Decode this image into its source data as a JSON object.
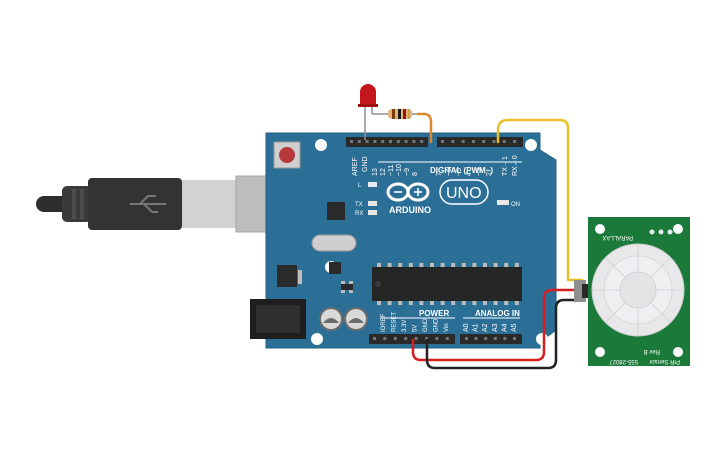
{
  "board": {
    "aref": "AREF",
    "gnd": "GND",
    "digital_pins": [
      "13",
      "12",
      "~11",
      "~10",
      "~9",
      "8",
      "7",
      "~6",
      "~5",
      "4",
      "~3",
      "2",
      "TX→1",
      "RX←0"
    ],
    "digital_label": "DIGITAL (PWM~)",
    "brand": "ARDUINO",
    "model": "UNO",
    "led_l": "L",
    "led_tx": "TX",
    "led_rx": "RX",
    "on_label": "ON",
    "power_label": "POWER",
    "analog_label": "ANALOG IN",
    "power_pins": [
      "IOREF",
      "RESET",
      "3.3V",
      "5V",
      "GND",
      "GND",
      "Vin"
    ],
    "analog_pins": [
      "A0",
      "A1",
      "A2",
      "A3",
      "A4",
      "A5"
    ]
  },
  "pir": {
    "brand": "PARALLAX",
    "name": "PIR Sensor",
    "rev": "Rev B",
    "part": "555-28027"
  },
  "colors": {
    "board": "#2b6f97",
    "pcb_sensor": "#1b7a3a",
    "header": "#2a2a2a",
    "wire_yellow": "#e8c128",
    "wire_red": "#d42020",
    "wire_black": "#222222",
    "wire_orange": "#d9892b",
    "led": "#c4161c"
  }
}
